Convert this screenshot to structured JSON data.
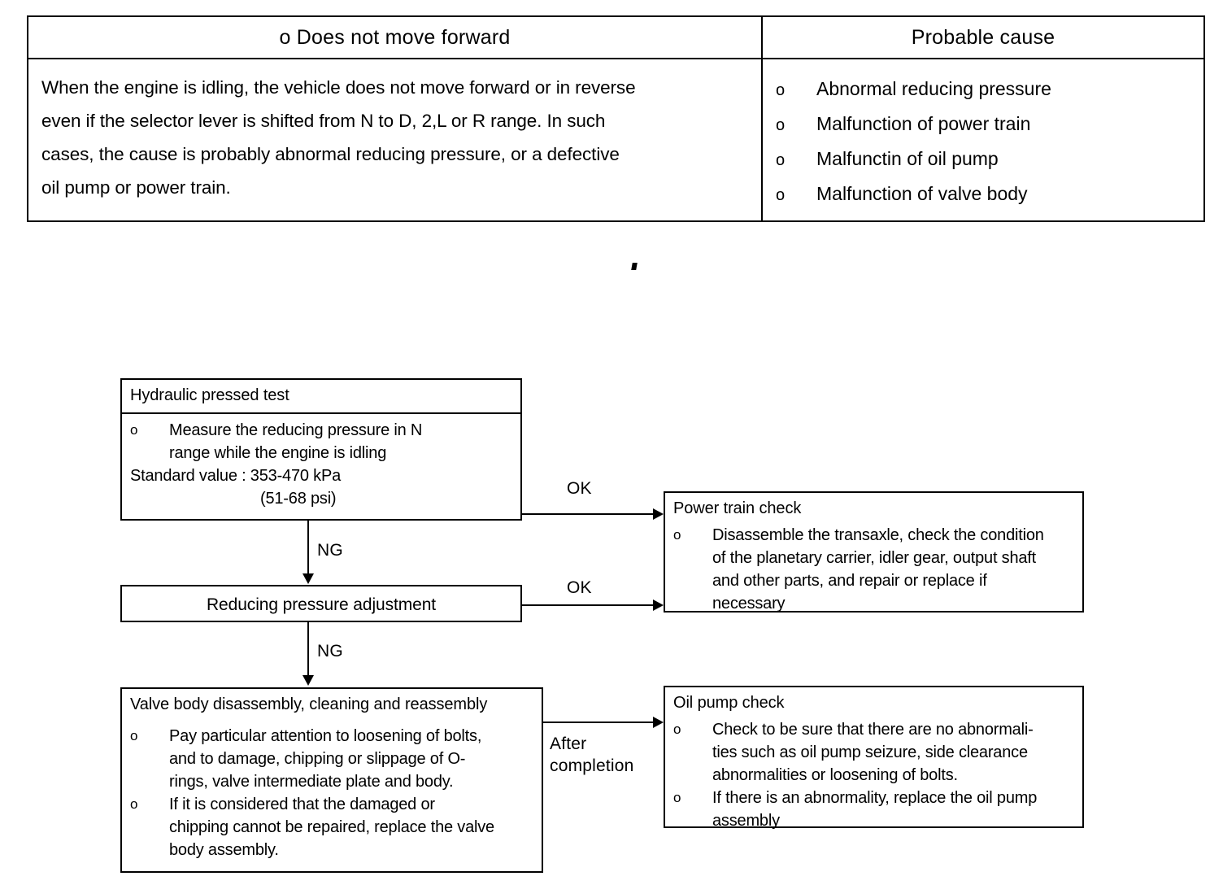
{
  "table": {
    "headers": {
      "symptom": "o Does not move forward",
      "cause": "Probable cause"
    },
    "description": {
      "line1": "When the engine is idling, the vehicle does not move forward or in reverse",
      "line2": "even if the selector lever is shifted from N to D, 2,L or R range. In such",
      "line3": "cases, the cause is probably abnormal reducing pressure, or a defective",
      "line4": "oil pump or power train."
    },
    "causes": [
      {
        "bullet": "o",
        "text": "Abnormal reducing pressure"
      },
      {
        "bullet": "o",
        "text": "Malfunction of power train"
      },
      {
        "bullet": "o",
        "text": "Malfunctin of oil pump"
      },
      {
        "bullet": "o",
        "text": "Malfunction of valve body"
      }
    ]
  },
  "flowchart": {
    "hydraulic": {
      "title": "Hydraulic pressed test",
      "bullet": "o",
      "measure_line1": "Measure the reducing pressure in N",
      "measure_line2": "range while the engine is idling",
      "standard_value": "Standard value : 353-470 kPa",
      "standard_value_psi": "(51-68 psi)"
    },
    "reducing": {
      "title": "Reducing pressure adjustment"
    },
    "valvebody": {
      "title": "Valve body disassembly, cleaning and reassembly",
      "items": [
        {
          "bullet": "o",
          "line1": "Pay particular attention to loosening of bolts,",
          "line2": "and to damage, chipping or slippage of O-",
          "line3": "rings, valve intermediate plate and body."
        },
        {
          "bullet": "o",
          "line1": "If it is considered that the damaged or",
          "line2": "chipping cannot be repaired, replace the valve",
          "line3": "body assembly."
        }
      ]
    },
    "powertrain": {
      "title": "Power train check",
      "bullet": "o",
      "line1": "Disassemble the transaxle, check the condition",
      "line2": "of the planetary carrier, idler gear, output shaft",
      "line3": "and other parts, and repair or replace if",
      "line4": "necessary"
    },
    "oilpump": {
      "title": "Oil pump check",
      "items": [
        {
          "bullet": "o",
          "line1": "Check to be sure that there are no abnormali-",
          "line2": "ties such as oil pump seizure, side clearance",
          "line3": "abnormalities or loosening of bolts."
        },
        {
          "bullet": "o",
          "line1": "If there is an abnormality, replace the oil pump",
          "line2": "assembly",
          "line3": ""
        }
      ]
    },
    "edges": {
      "ok_top": "OK",
      "ok_mid": "OK",
      "ng_top": "NG",
      "ng_mid": "NG",
      "after_completion": "After\ncompletion"
    }
  }
}
